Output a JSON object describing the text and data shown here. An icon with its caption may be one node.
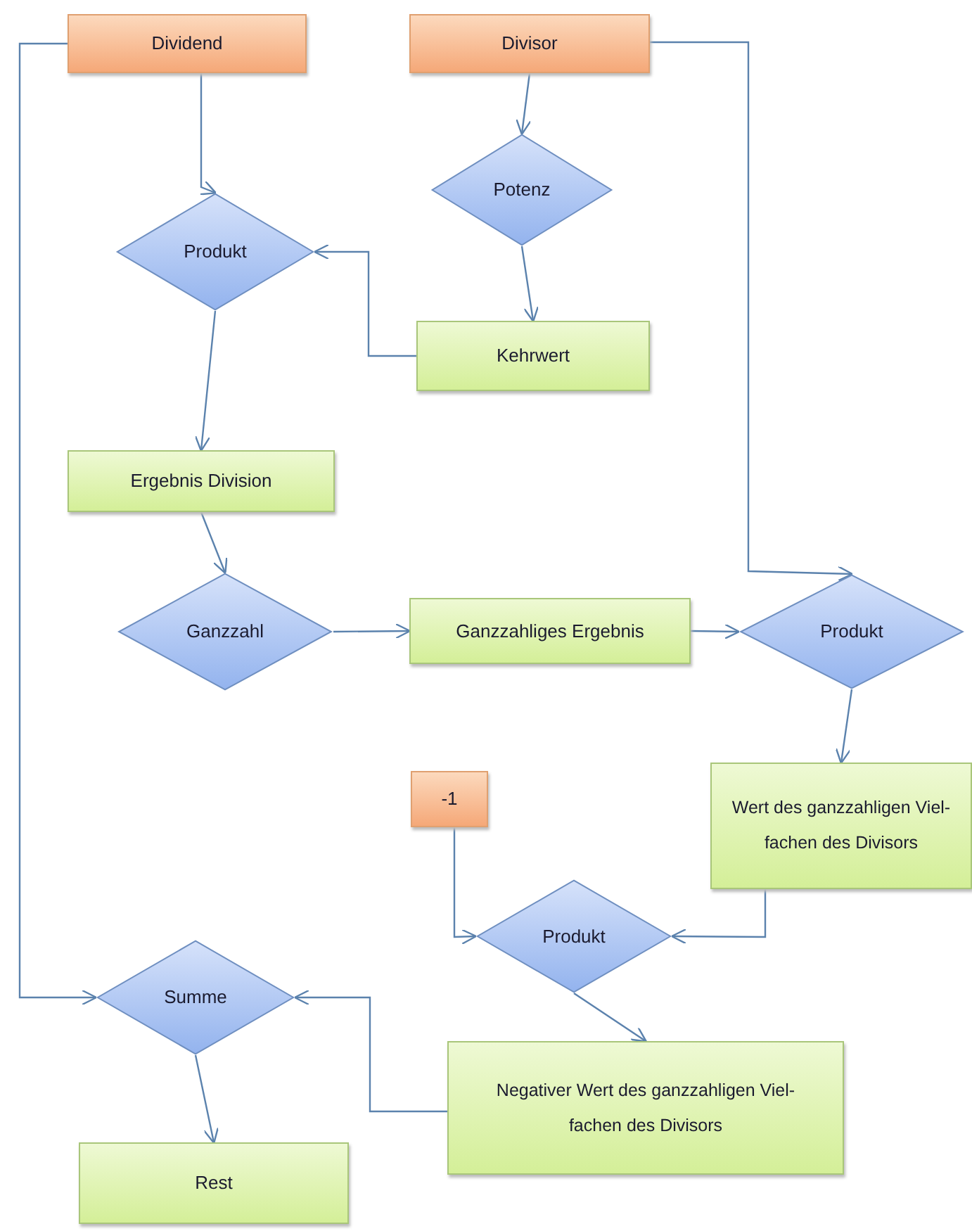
{
  "diagram": {
    "nodes": [
      {
        "text": [
          "Dividend"
        ]
      },
      {
        "text": [
          "Divisor"
        ]
      },
      {
        "text": [
          "Potenz"
        ]
      },
      {
        "text": [
          "Produkt"
        ]
      },
      {
        "text": [
          "Kehrwert"
        ]
      },
      {
        "text": [
          "Ergebnis Division"
        ]
      },
      {
        "text": [
          "Ganzzahl"
        ]
      },
      {
        "text": [
          "Ganzzahliges Ergebnis"
        ]
      },
      {
        "text": [
          "Produkt"
        ]
      },
      {
        "text": [
          "Wert des ganzzahligen Viel- fachen des Divisors"
        ]
      },
      {
        "text": [
          "-1"
        ]
      },
      {
        "text": [
          "Produkt"
        ]
      },
      {
        "text": [
          "Summe"
        ]
      },
      {
        "text": [
          "Negativer Wert des ganzzahligen Viel- fachen des Divisors"
        ]
      },
      {
        "text": [
          "Rest"
        ]
      }
    ],
    "edges": [
      {
        "from": 0,
        "to": 3,
        "arrow": "to"
      },
      {
        "from": 1,
        "to": 2,
        "arrow": "to"
      },
      {
        "from": 2,
        "to": 4,
        "arrow": "to"
      },
      {
        "from": 4,
        "to": 3,
        "arrow": "to"
      },
      {
        "from": 3,
        "to": 5,
        "arrow": "to"
      },
      {
        "from": 5,
        "to": 6,
        "arrow": "to"
      },
      {
        "from": 6,
        "to": 7,
        "arrow": "to"
      },
      {
        "from": 7,
        "to": 8,
        "arrow": "to"
      },
      {
        "from": 1,
        "to": 8,
        "arrow": "to"
      },
      {
        "from": 8,
        "to": 9,
        "arrow": "to"
      },
      {
        "from": 10,
        "to": 11,
        "arrow": "to"
      },
      {
        "from": 9,
        "to": 11,
        "arrow": "to"
      },
      {
        "from": 11,
        "to": 13,
        "arrow": "to"
      },
      {
        "from": 13,
        "to": 12,
        "arrow": "to"
      },
      {
        "from": 12,
        "to": 14,
        "arrow": "to"
      },
      {
        "from": 0,
        "to": 12,
        "arrow": "to"
      }
    ]
  }
}
